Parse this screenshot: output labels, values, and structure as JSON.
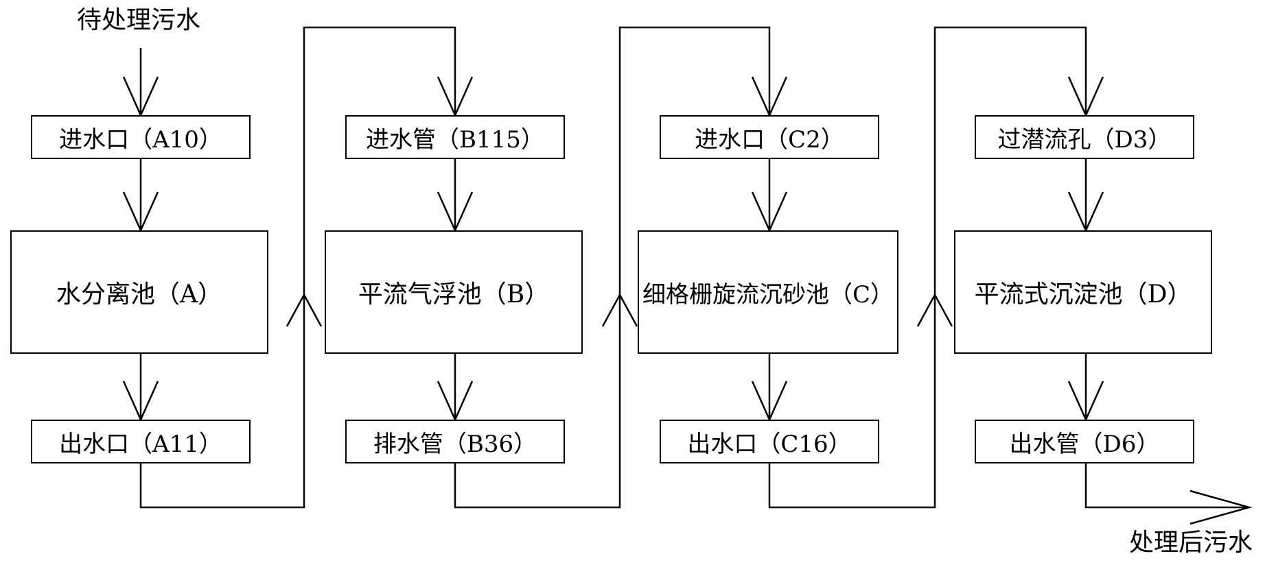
{
  "diagram": {
    "input_label": "待处理污水",
    "output_label": "处理后污水",
    "stages": [
      {
        "inlet": "进水口（A10）",
        "tank": "水分离池（A）",
        "outlet": "出水口（A11）"
      },
      {
        "inlet": "进水管（B115）",
        "tank": "平流气浮池（B）",
        "outlet": "排水管（B36）"
      },
      {
        "inlet": "进水口（C2）",
        "tank": "细格栅旋流沉砂池（C）",
        "outlet": "出水口（C16）"
      },
      {
        "inlet": "过潜流孔（D3）",
        "tank": "平流式沉淀池（D）",
        "outlet": "出水管（D6）"
      }
    ]
  }
}
